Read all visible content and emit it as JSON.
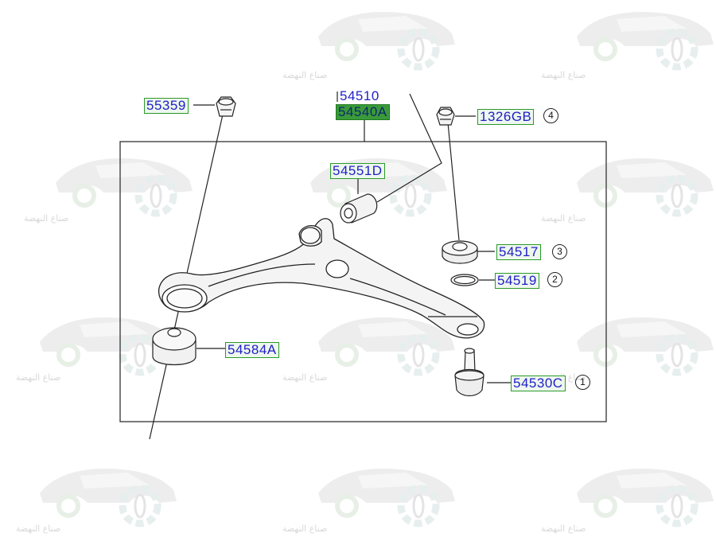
{
  "parts": {
    "p55359": "55359",
    "p54510": "54510",
    "p54540a": "54540A",
    "p1326gb": "1326GB",
    "p54551d": "54551D",
    "p54517": "54517",
    "p54519": "54519",
    "p54584a": "54584A",
    "p54530c": "54530C"
  },
  "callouts": {
    "c1": "1",
    "c2": "2",
    "c3": "3",
    "c4": "4"
  },
  "watermark": {
    "text": "صناع النهضة"
  },
  "colors": {
    "label_text": "#1f1fc8",
    "label_border": "#2a9a2a",
    "selected_fill": "#3a9a3a",
    "line": "#222222"
  }
}
